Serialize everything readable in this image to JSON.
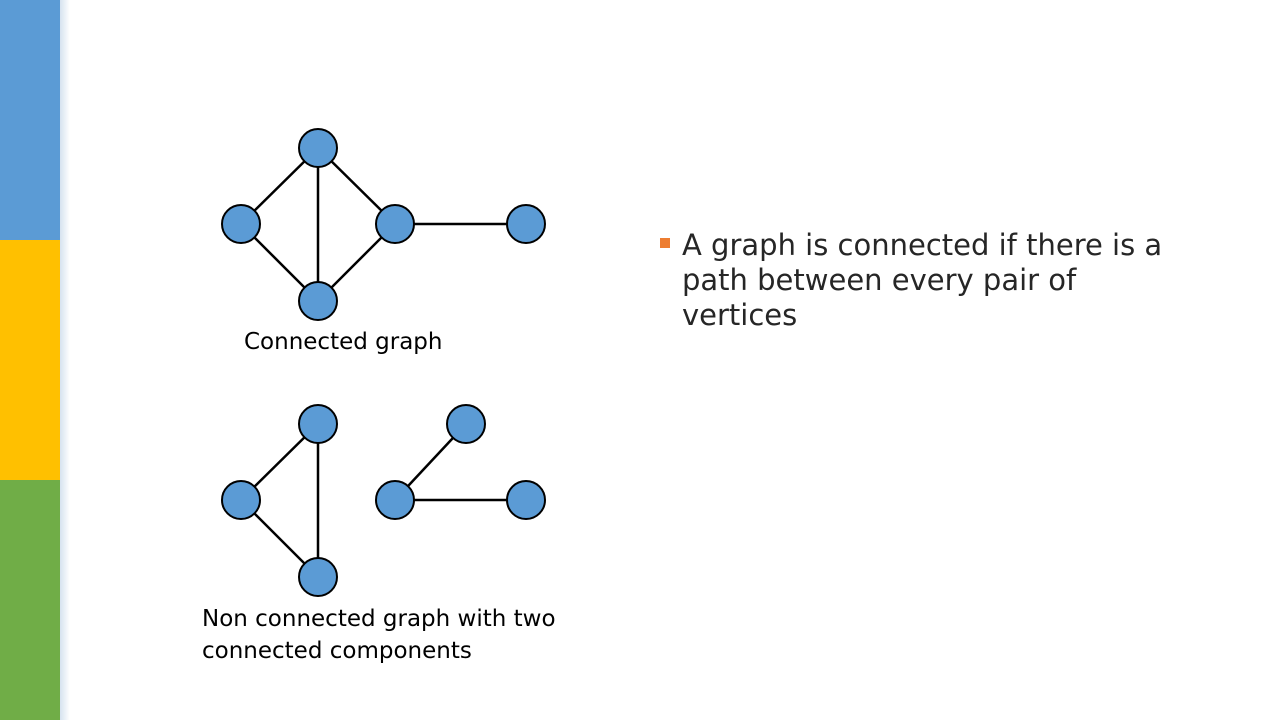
{
  "slide": {
    "bullet": "A graph is connected if there is a path between every pair of vertices",
    "bullet_marker_color": "#ed7d31",
    "captions": {
      "connected": "Connected graph",
      "non_connected": "Non connected graph with two connected components"
    }
  },
  "theme": {
    "stripes": [
      "#5b9bd5",
      "#ffc000",
      "#70ad47"
    ],
    "node_fill": "#5b9bd5",
    "node_stroke": "#000000",
    "edge_color": "#000000"
  },
  "graphs": {
    "connected": {
      "nodes": [
        "top",
        "left",
        "middle",
        "right",
        "bottom"
      ],
      "edges": [
        [
          "top",
          "left"
        ],
        [
          "top",
          "bottom"
        ],
        [
          "top",
          "middle"
        ],
        [
          "left",
          "bottom"
        ],
        [
          "middle",
          "bottom"
        ],
        [
          "middle",
          "right"
        ]
      ]
    },
    "non_connected": {
      "components": [
        {
          "nodes": [
            "top",
            "left",
            "bottom"
          ],
          "edges": [
            [
              "top",
              "left"
            ],
            [
              "top",
              "bottom"
            ],
            [
              "left",
              "bottom"
            ]
          ]
        },
        {
          "nodes": [
            "top",
            "left",
            "right"
          ],
          "edges": [
            [
              "top",
              "left"
            ],
            [
              "left",
              "right"
            ]
          ]
        }
      ]
    }
  }
}
